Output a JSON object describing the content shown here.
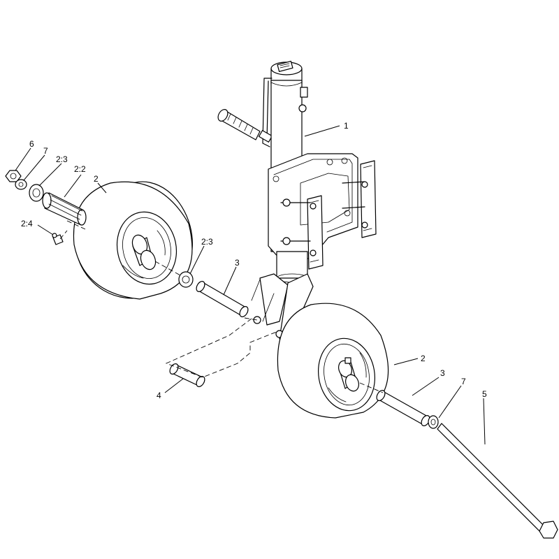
{
  "callouts": {
    "c1": "1",
    "c6": "6",
    "c7a": "7",
    "c2_3a": "2:3",
    "c2_2": "2:2",
    "c2a": "2",
    "c2_4": "2:4",
    "c2_3b": "2:3",
    "c3a": "3",
    "c4": "4",
    "c2b": "2",
    "c3b": "3",
    "c7b": "7",
    "c5": "5"
  },
  "colors": {
    "line": "#000000",
    "background": "#ffffff"
  }
}
